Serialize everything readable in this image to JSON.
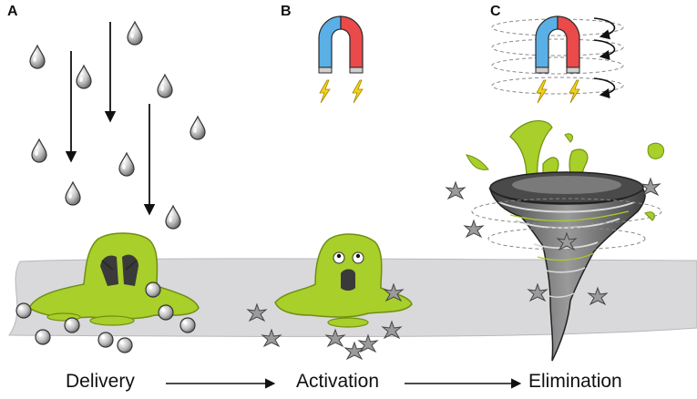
{
  "panels": [
    {
      "letter": "A",
      "stage": "Delivery"
    },
    {
      "letter": "B",
      "stage": "Activation"
    },
    {
      "letter": "C",
      "stage": "Elimination"
    }
  ],
  "icons": {
    "droplet": "droplet-icon",
    "magnet": "magnet-icon",
    "lightning": "lightning-bolt-icon",
    "biofilm": "biofilm-blob-icon",
    "star_particle": "star-particle-icon",
    "tornado": "tornado-icon",
    "rotation_arrow": "rotation-arrow-icon"
  },
  "colors": {
    "biofilm": "#a8cf2a",
    "biofilm_dark": "#6f8f12",
    "magnet_blue": "#5ab0e6",
    "magnet_red": "#ea4a4a",
    "surface": "#d9d9dc",
    "bolt": "#f2d11c"
  }
}
